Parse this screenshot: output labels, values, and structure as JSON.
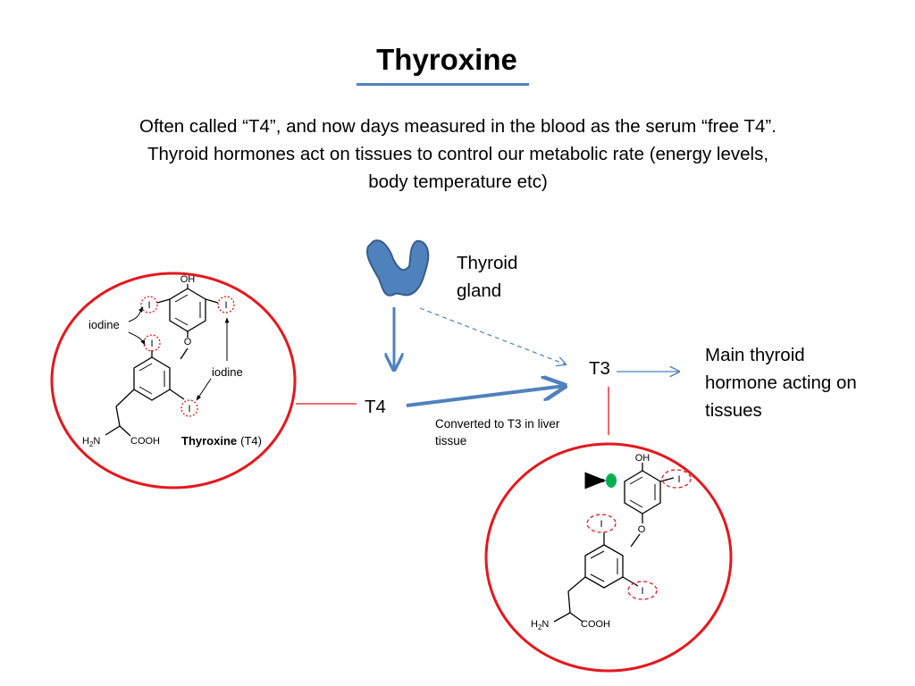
{
  "title": "Thyroxine",
  "subtitle": "Often called “T4”, and now days measured in the blood as the serum “free T4”. Thyroid hormones act on tissues to control our metabolic rate (energy levels, body temperature etc)",
  "labels": {
    "thyroid_gland": "Thyroid gland",
    "t4": "T4",
    "t3": "T3",
    "converted": "Converted to T3 in liver tissue",
    "main_hormone": "Main thyroid hormone acting on tissues"
  },
  "t4_structure": {
    "oh": "OH",
    "iodine_atom": "I",
    "iodine_label": "iodine",
    "h2n": "H",
    "h2n_sub": "2",
    "h2n_n": "N",
    "cooh": "COOH",
    "o": "O",
    "name_bold": "Thyroxine",
    "name_suffix": "(T4)"
  },
  "t3_structure": {
    "oh": "OH",
    "iodine_atom": "I",
    "h2n": "H",
    "h2n_sub": "2",
    "h2n_n": "N",
    "cooh": "COOH",
    "o": "O"
  },
  "colors": {
    "title_rule": "#4f81bd",
    "arrow_blue": "#4f81bd",
    "circle_red": "#e3181d",
    "connector_red": "#e3181d",
    "iodine_marker": "#e3181d",
    "gland_fill": "#4f81bd",
    "gland_stroke": "#385d8a",
    "purple_arrow": "#7030a0",
    "green_dot": "#00b050"
  }
}
